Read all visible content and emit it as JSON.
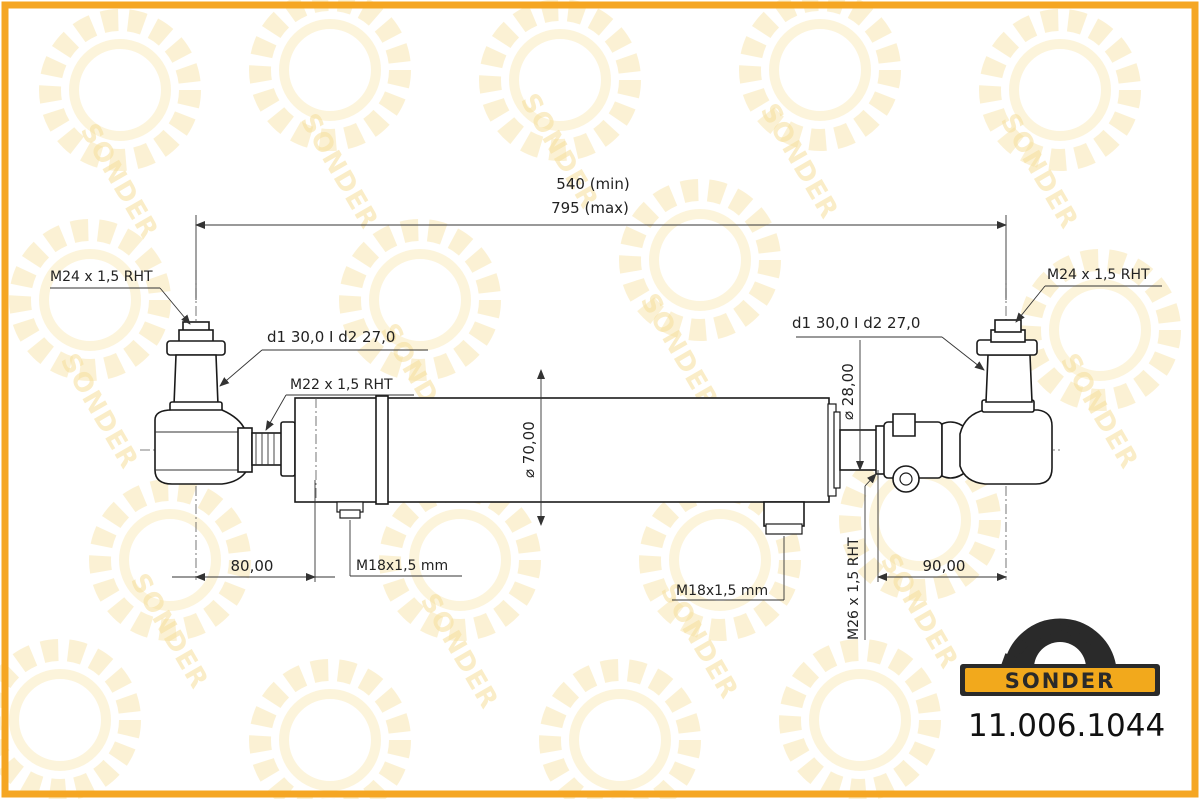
{
  "brand": {
    "name": "SONDER",
    "logo_color": "#f2a91c",
    "logo_dark": "#2a2a2a",
    "frame_color": "#f5a623"
  },
  "part_number": "11.006.1044",
  "dimensions": {
    "length_min": "540 (min)",
    "length_max": "795 (max)",
    "left_offset": "80,00",
    "right_offset": "90,00",
    "cylinder_diameter": "70,00",
    "rod_diameter": "28,00"
  },
  "callouts": {
    "left_ball_thread": "M24 x 1,5 RHT",
    "right_ball_thread": "M24 x 1,5 RHT",
    "left_taper": "d1  30,0  I  d2  27,0",
    "right_taper": "d1  30,0  I  d2  27,0",
    "left_end_thread": "M22 x 1,5 RHT",
    "left_port": "M18x1,5 mm",
    "right_port": "M18x1,5 mm",
    "rod_thread": "M26 x 1,5 RHT"
  }
}
